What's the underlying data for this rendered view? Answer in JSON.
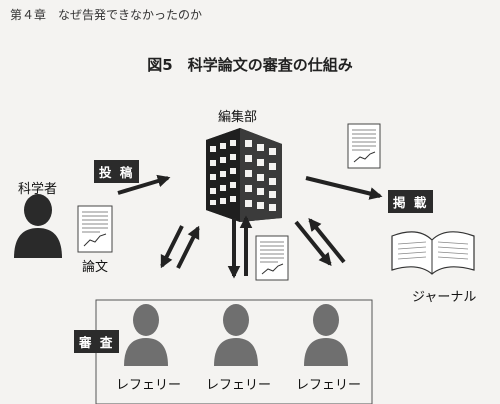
{
  "header": {
    "chapter": "第４章　なぜ告発できなかったのか"
  },
  "figure": {
    "title": "図5　科学論文の審査の仕組み"
  },
  "labels": {
    "editorial": "編集部",
    "scientist": "科学者",
    "submit": "投 稿",
    "paper": "論文",
    "publish": "掲 載",
    "journal": "ジャーナル",
    "review": "審 査",
    "referees": [
      "レフェリー",
      "レフェリー",
      "レフェリー"
    ]
  },
  "icons": [
    "building-icon",
    "person-icon",
    "document-icon",
    "open-book-icon",
    "arrow-icon"
  ],
  "colors": {
    "ink": "#222222",
    "dark_figure": "#2a2a2a",
    "gray_figure": "#6f6f6f",
    "paper": "#f4f3f1"
  }
}
